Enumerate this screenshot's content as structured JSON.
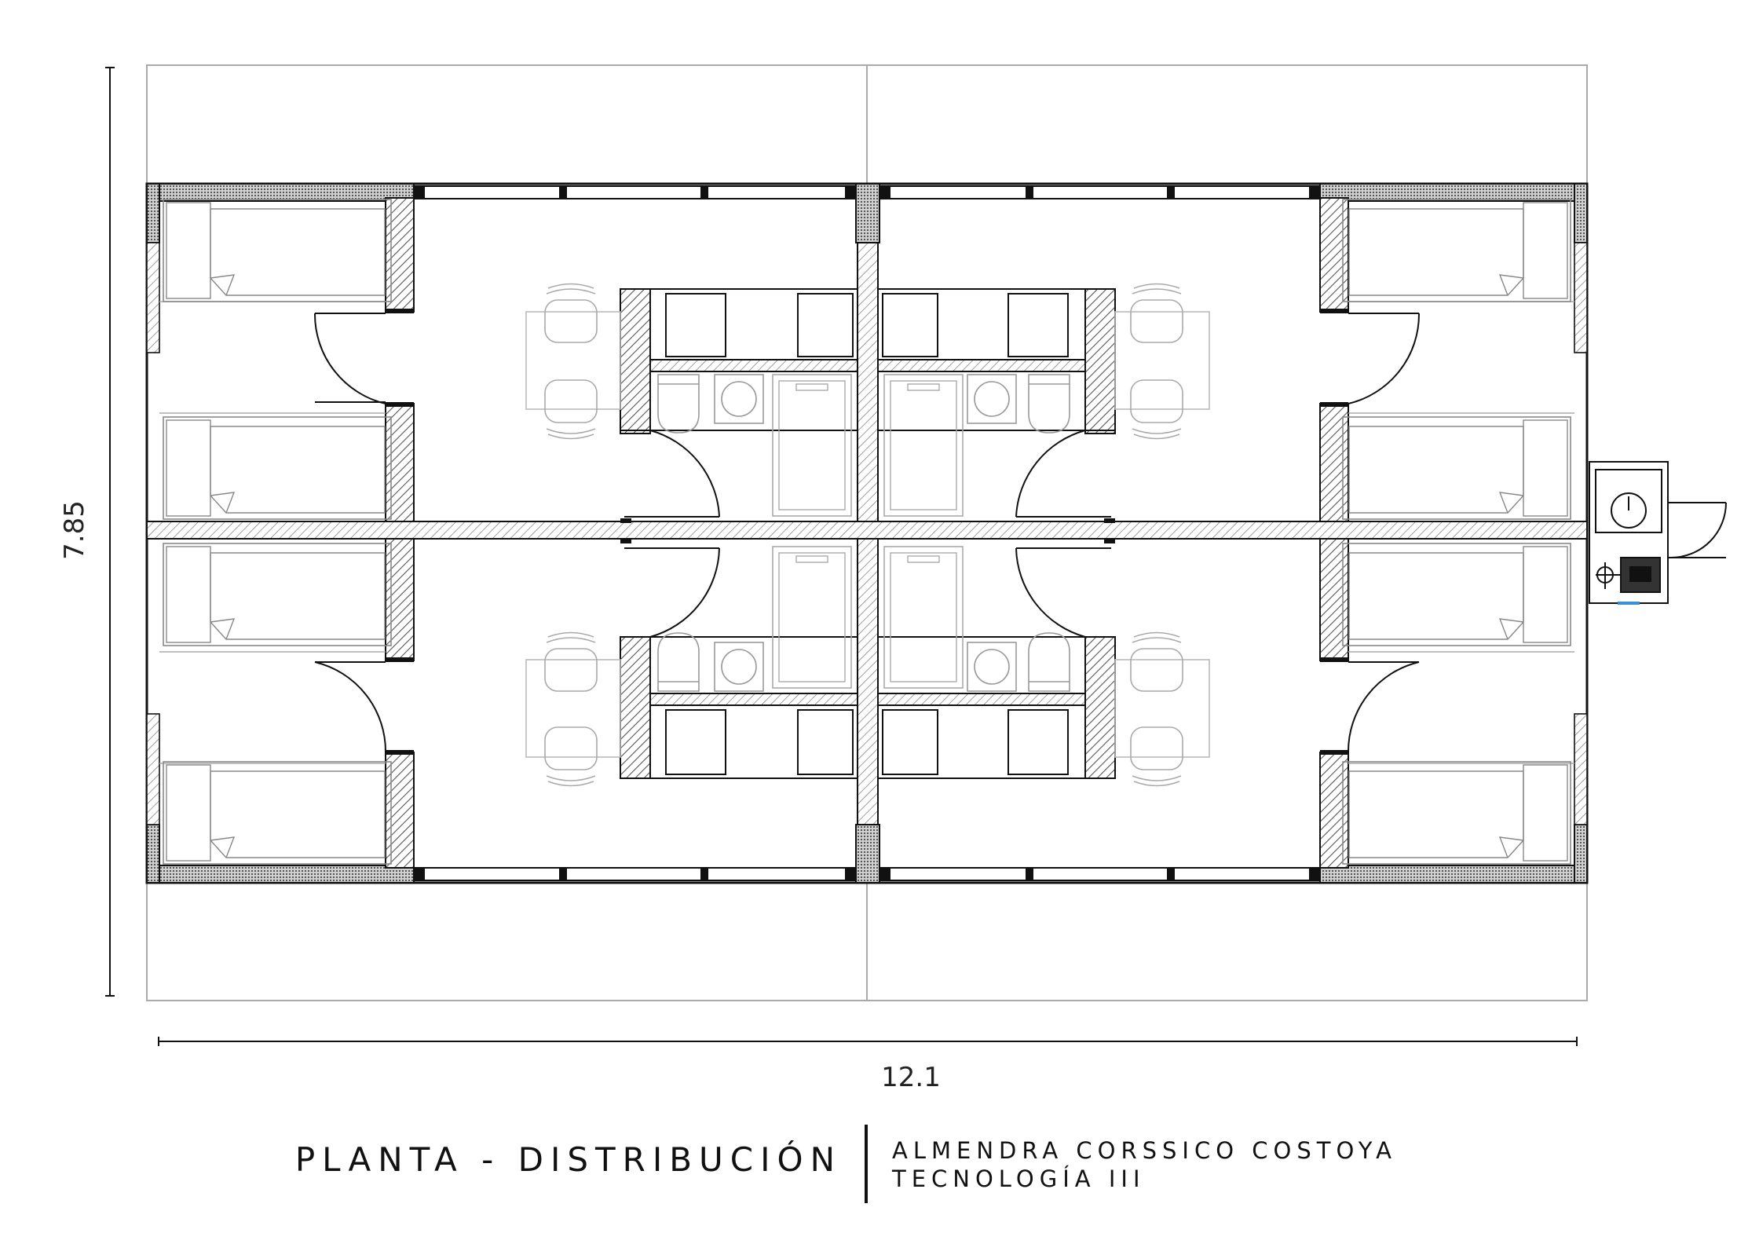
{
  "dimensions": {
    "width": "12.1",
    "height": "7.85"
  },
  "title": "PLANTA - DISTRIBUCIÓN",
  "author": "ALMENDRA CORSSICO COSTOYA",
  "course": "TECNOLOGÍA III",
  "colors": {
    "line": "#111111",
    "light_line": "#9a9a9a",
    "wall_hatch": "#666666",
    "accent": "#3a8fd8"
  }
}
